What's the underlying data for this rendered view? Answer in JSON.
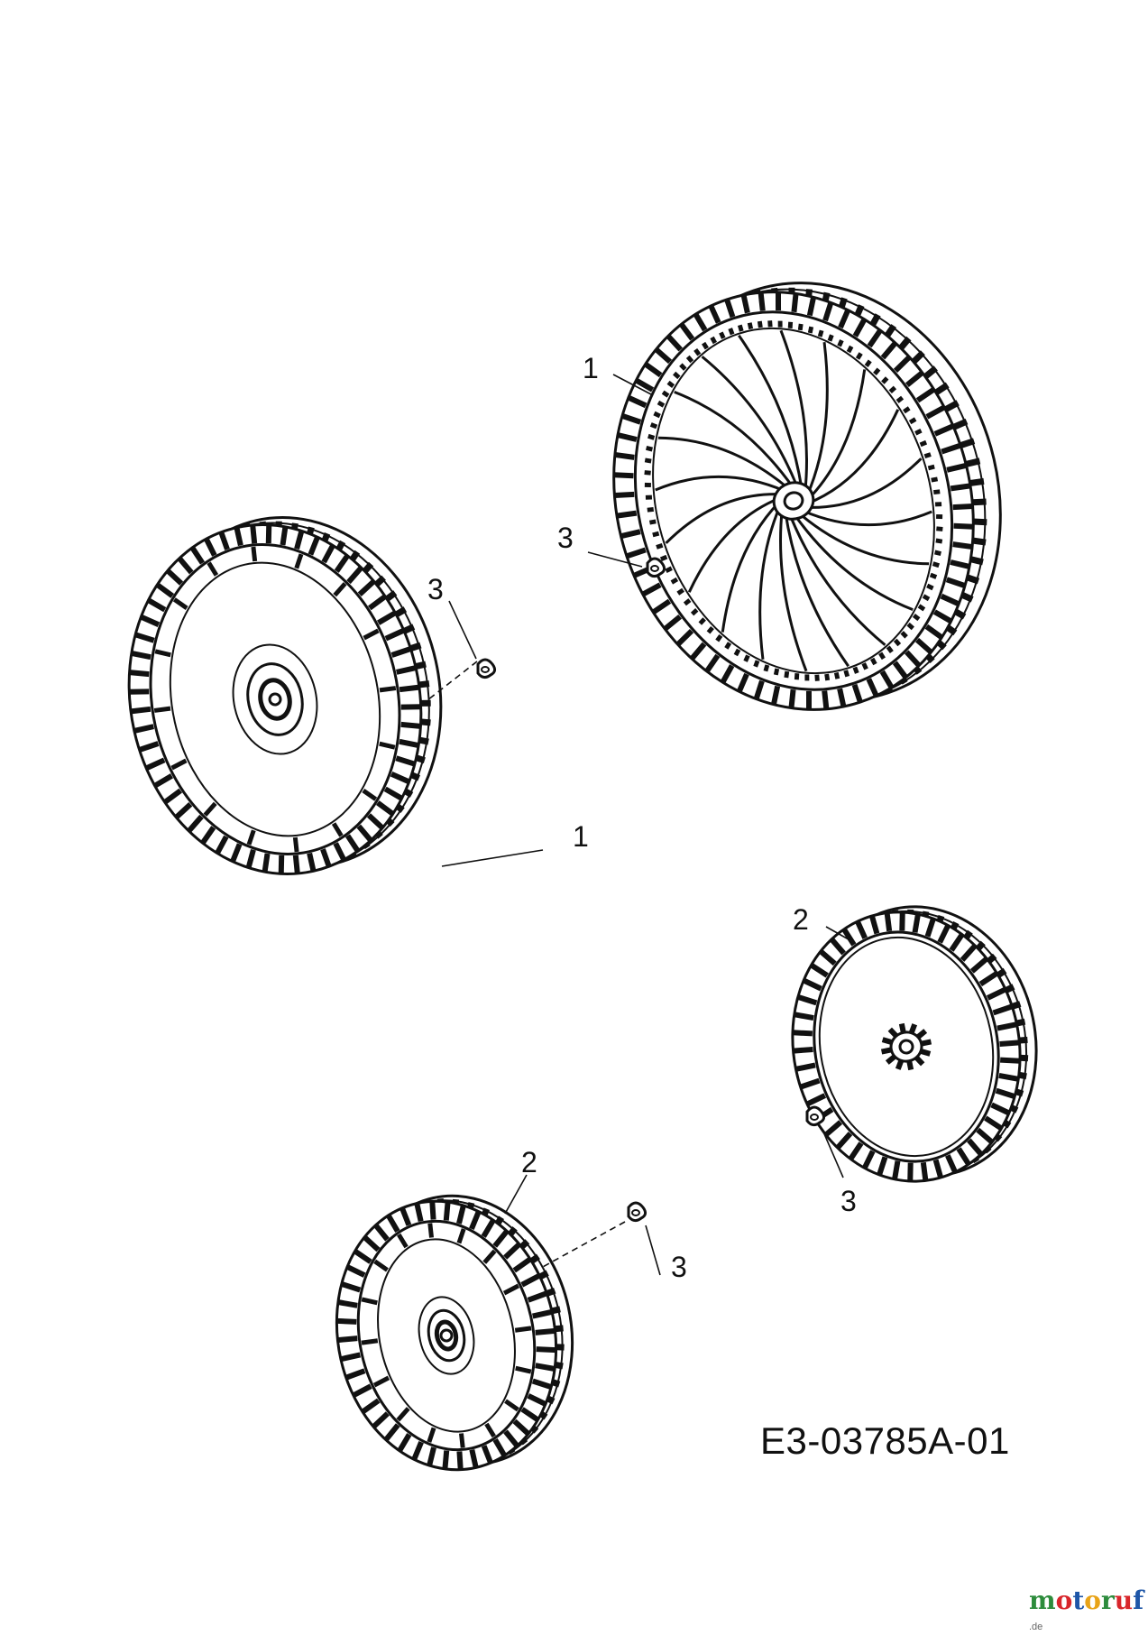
{
  "drawing_code": "E3-03785A-01",
  "callouts": {
    "wheel_top_right": "1",
    "washer_top": "3",
    "washer_left": "3",
    "wheel_left": "1",
    "wheel_small_right": "2",
    "washer_small_right": "3",
    "wheel_small_bottom": "2",
    "washer_bottom": "3"
  },
  "watermark": {
    "letters": [
      "m",
      "o",
      "t",
      "o",
      "r",
      "u",
      "f"
    ],
    "letter_colors": [
      "#2d8c3c",
      "#d8262b",
      "#1e56a8",
      "#e8a317",
      "#2d8c3c",
      "#d8262b",
      "#1e56a8"
    ],
    "tld": ".de"
  }
}
